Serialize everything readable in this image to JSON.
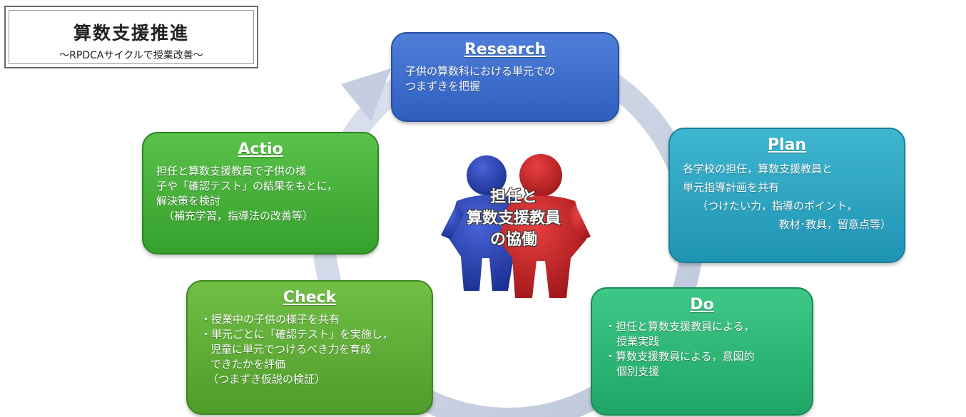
{
  "title": {
    "main": "算数支援推進",
    "sub": "～RPDCAサイクルで授業改善～"
  },
  "center": {
    "line1": "担任と",
    "line2": "算数支援教員",
    "line3": "の協働"
  },
  "stages": {
    "research": {
      "heading": "Research",
      "lines": [
        "子供の算数科における単元での",
        "つまずきを把握"
      ]
    },
    "plan": {
      "heading": "Plan",
      "lines": [
        "各学校の担任，算数支援教員と",
        "単元指導計画を共有",
        "（つけたい力，指導のポイント，",
        "教材･教具，留意点等）"
      ]
    },
    "do": {
      "heading": "Do",
      "lines": [
        "・担任と算数支援教員による，",
        "授業実践",
        "・算数支援教員による，意図的",
        "個別支援"
      ]
    },
    "check": {
      "heading": "Check",
      "lines": [
        "・授業中の子供の様子を共有",
        "・単元ごとに「確認テスト」を実施し，",
        "児童に単元でつけるべき力を育成",
        "できたかを評価",
        "（つまずき仮説の検証）"
      ]
    },
    "actio": {
      "heading": "Actio",
      "lines": [
        "担任と算数支援教員で子供の様",
        "子や「確認テスト」の結果をもとに，",
        "解決策を検討",
        "（補充学習，指導法の改善等）"
      ]
    }
  },
  "colors": {
    "research": "#3a6fd0",
    "plan": "#2aa6c4",
    "do": "#2eb878",
    "check": "#5fae36",
    "actio": "#45b23b",
    "ring": "#ccd3e3",
    "figure_blue": "#1f3aa8",
    "figure_red": "#c42025"
  }
}
